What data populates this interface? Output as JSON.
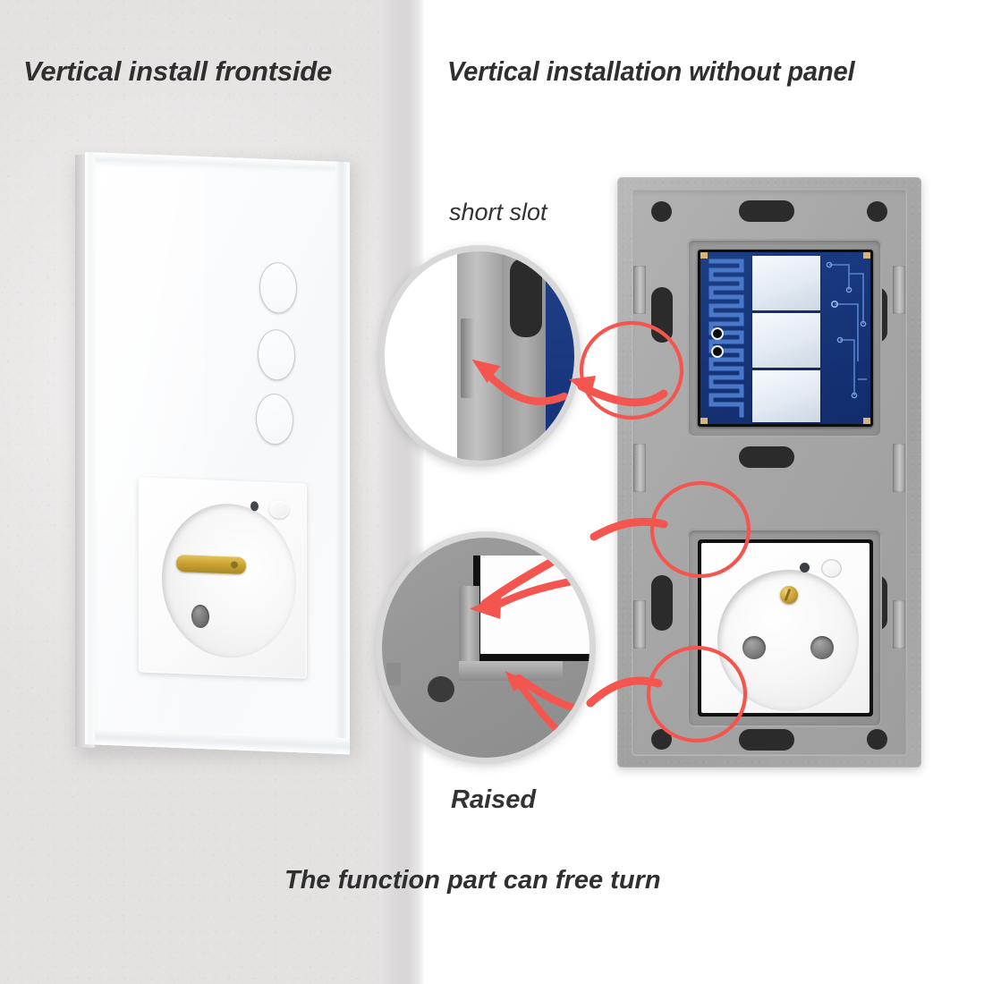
{
  "page": {
    "background_left": "#eae7e7",
    "background_right": "#ffffff",
    "accent_red": "#f4564f",
    "frame_gray": "#a6a6a6",
    "pcb_blue": "#17357a",
    "brass_gold": "#cda63a"
  },
  "headings": {
    "left_title": "Vertical install frontside",
    "right_title": "Vertical installation without panel"
  },
  "callouts": [
    {
      "id": "short-slot",
      "label": "short slot"
    },
    {
      "id": "raised",
      "label": "Raised"
    }
  ],
  "caption": {
    "bottom": "The function part can free turn"
  },
  "left_panel": {
    "description": "white glass touch panel mounted on wall",
    "touch_buttons": [
      {
        "index": 1
      },
      {
        "index": 2
      },
      {
        "index": 3
      }
    ],
    "socket": {
      "type": "french-socket",
      "earth_pin": "gold",
      "indicator": "led"
    }
  },
  "right_panel": {
    "description": "gray mounting frame without glass panel",
    "modules": [
      {
        "name": "touch-switch-pcb",
        "gangs": 3,
        "board_color": "#17357a"
      },
      {
        "name": "french-socket-module",
        "pin_holes": 2
      }
    ],
    "highlight_circles": 3,
    "arrows": 4
  }
}
